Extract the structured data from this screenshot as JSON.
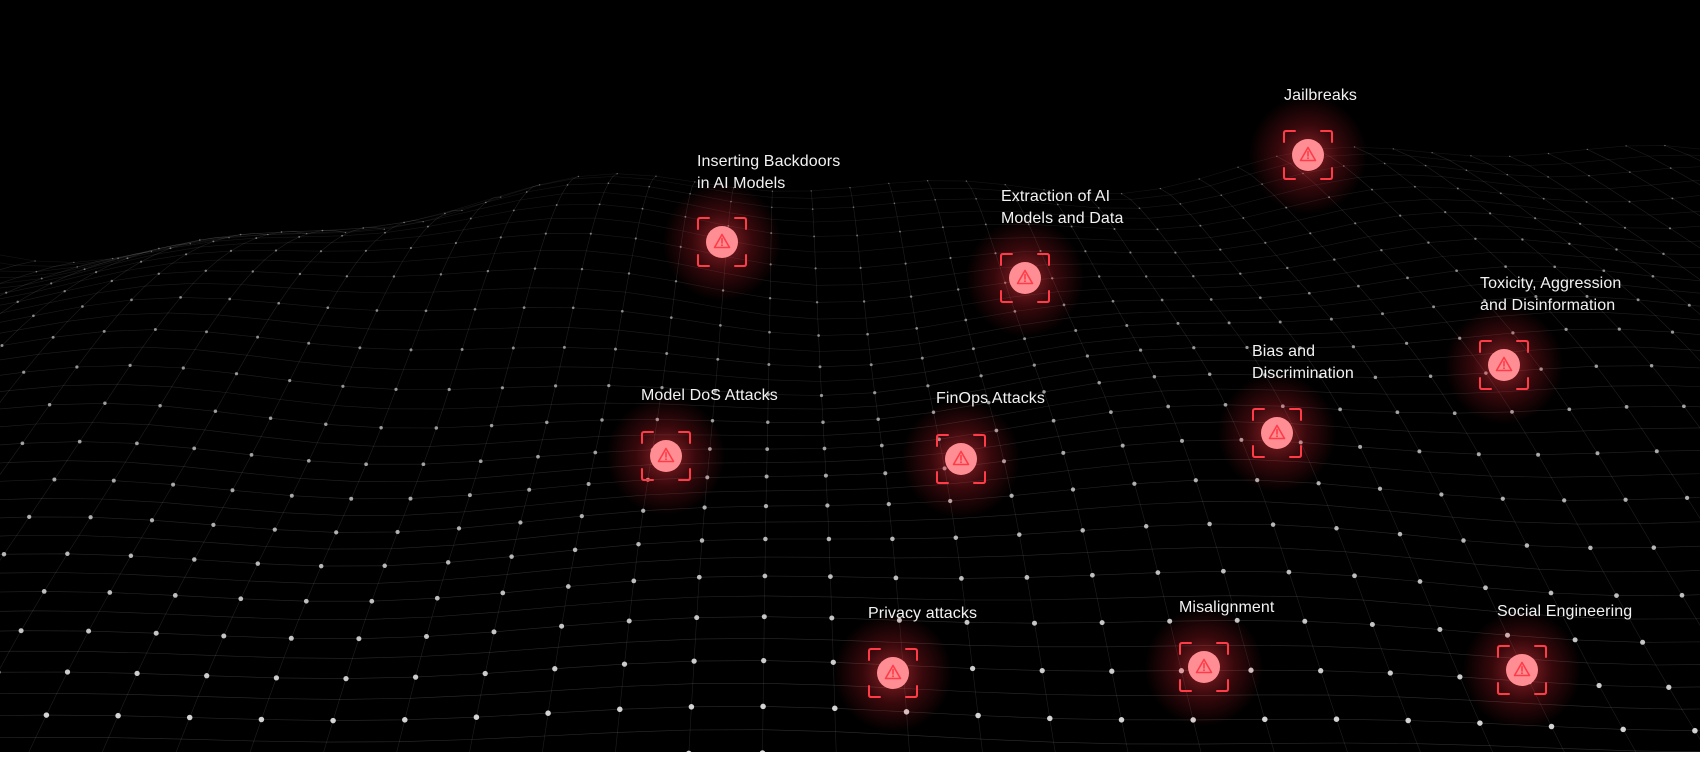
{
  "colors": {
    "background": "#000000",
    "accent": "#ff3b47",
    "marker_fill": "#ff8e94",
    "label": "#f2f2f2",
    "mesh": "#ffffff"
  },
  "icon": "warning-triangle-icon",
  "threats": [
    {
      "id": "jailbreaks",
      "lines": [
        "Jailbreaks"
      ]
    },
    {
      "id": "inserting-backdoors",
      "lines": [
        "Inserting Backdoors",
        "in AI Models"
      ]
    },
    {
      "id": "extraction",
      "lines": [
        "Extraction of AI",
        "Models and Data"
      ]
    },
    {
      "id": "toxicity",
      "lines": [
        "Toxicity, Aggression",
        "and Disinformation"
      ]
    },
    {
      "id": "bias",
      "lines": [
        "Bias and",
        "Discrimination"
      ]
    },
    {
      "id": "model-dos",
      "lines": [
        "Model DoS Attacks"
      ]
    },
    {
      "id": "finops",
      "lines": [
        "FinOps Attacks"
      ]
    },
    {
      "id": "privacy",
      "lines": [
        "Privacy attacks"
      ]
    },
    {
      "id": "misalignment",
      "lines": [
        "Misalignment"
      ]
    },
    {
      "id": "social-engineering",
      "lines": [
        "Social Engineering"
      ]
    }
  ]
}
